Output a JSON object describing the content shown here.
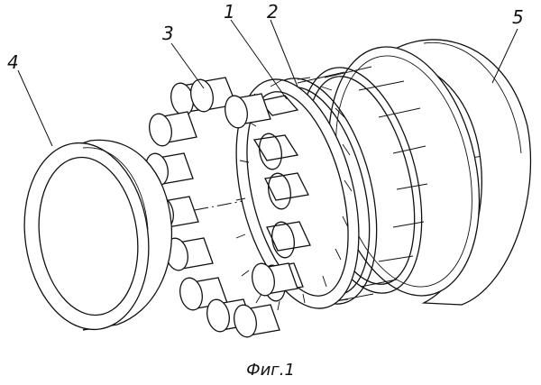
{
  "figure": {
    "caption": "Фиг.1",
    "labels": {
      "cage_ring": "1",
      "cage": "2",
      "rollers": "3",
      "inner_ring": "4",
      "outer_ring": "5"
    }
  }
}
